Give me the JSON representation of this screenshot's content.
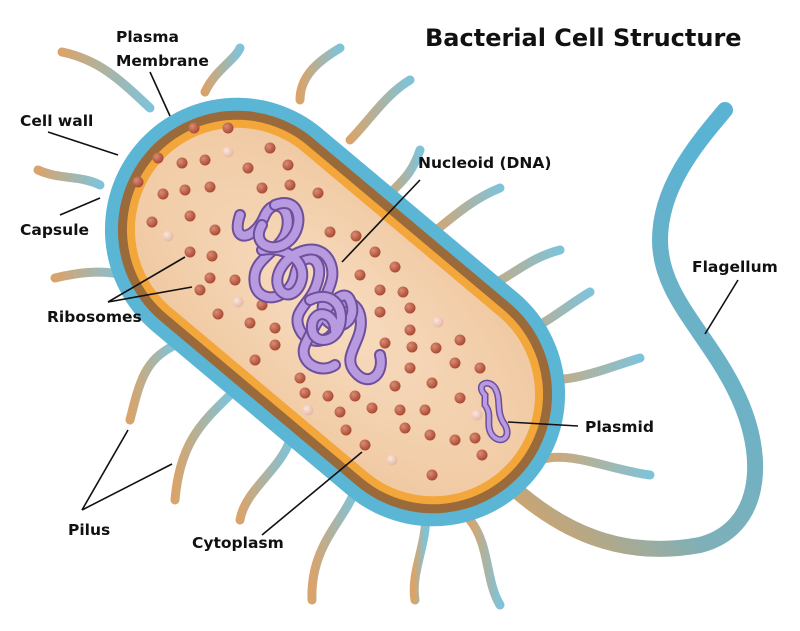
{
  "title": "Bacterial Cell Structure",
  "labels": {
    "plasma_membrane_line1": "Plasma",
    "plasma_membrane_line2": "Membrane",
    "cell_wall": "Cell wall",
    "capsule": "Capsule",
    "ribosomes": "Ribosomes",
    "pilus": "Pilus",
    "cytoplasm": "Cytoplasm",
    "nucleoid": "Nucleoid (DNA)",
    "plasmid": "Plasmid",
    "flagellum": "Flagellum"
  },
  "colors": {
    "capsule": "#5bb6d6",
    "cell_wall": "#9a6a3a",
    "plasma_membrane": "#f3a63a",
    "cytoplasm": "#f6d9b9",
    "ribosome": "#b2533e",
    "dna": "#9a7ac6",
    "pilus_base": "#d9a46b",
    "pilus_tip": "#7fc3da",
    "flagellum": "#4fa9c9"
  }
}
